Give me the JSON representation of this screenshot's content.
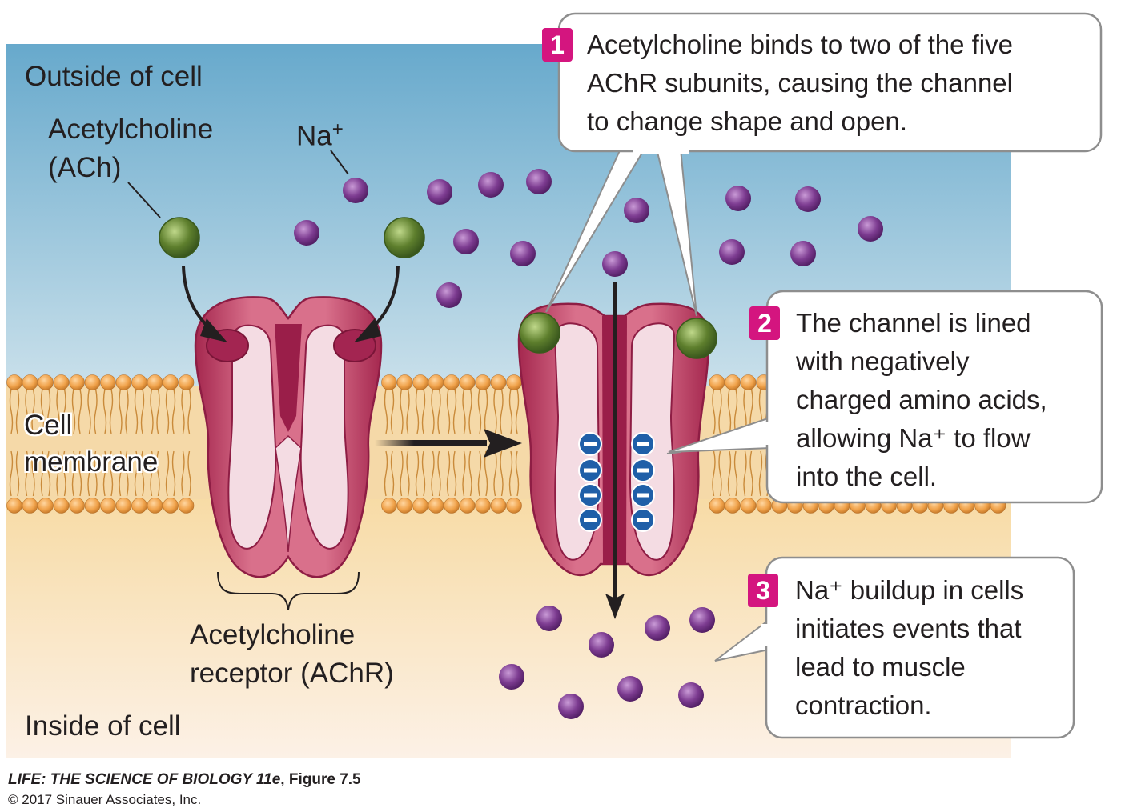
{
  "labels": {
    "outside": "Outside of cell",
    "inside": "Inside of cell",
    "ach_line1": "Acetylcholine",
    "ach_line2": "(ACh)",
    "na": "Na",
    "na_sup": "+",
    "cell_membrane_line1": "Cell",
    "cell_membrane_line2": "membrane",
    "achr_line1": "Acetylcholine",
    "achr_line2": "receptor (AChR)"
  },
  "steps": [
    {
      "number": "1",
      "lines": [
        "Acetylcholine binds to two of the five",
        "AChR subunits, causing the channel",
        "to change shape and open."
      ]
    },
    {
      "number": "2",
      "lines": [
        "The channel is lined",
        "with negatively",
        "charged amino acids,",
        "allowing Na⁺ to flow",
        "into the cell."
      ]
    },
    {
      "number": "3",
      "lines": [
        "Na⁺ buildup in cells",
        "initiates events that",
        "lead to muscle",
        "contraction."
      ]
    }
  ],
  "credit": {
    "title": "LIFE: THE SCIENCE OF BIOLOGY 11e",
    "figure": ", Figure 7.5",
    "copyright": "© 2017 Sinauer Associates, Inc."
  },
  "colors": {
    "outside_top": "#6aaccf",
    "outside_bottom": "#cfe3ec",
    "inside_top": "#f7d99a",
    "inside_bottom": "#fbeee0",
    "lipid_head": "#f0a84a",
    "lipid_tail": "#c98a3a",
    "receptor": "#c8506e",
    "receptor_dark": "#9a2249",
    "receptor_light": "#f3d9e0",
    "ach_molecule": "#5d7f2c",
    "sodium_ion": "#7b3a8e",
    "negative_charge": "#1f5fa8",
    "step_badge": "#d4157f"
  },
  "icons": [
    "acetylcholine-molecule",
    "sodium-ion",
    "negative-charge-icon",
    "flow-arrow"
  ]
}
